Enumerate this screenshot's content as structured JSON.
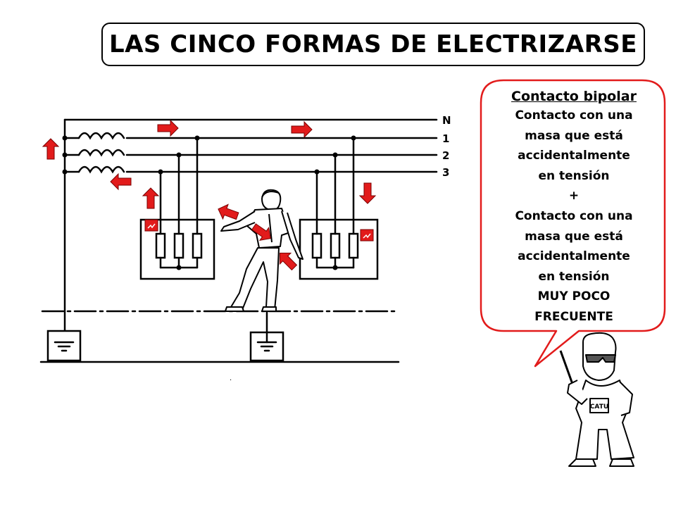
{
  "title": "LAS CINCO FORMAS DE ELECTRIZARSE",
  "bubble": {
    "heading": "Contacto bipolar",
    "lines": [
      "Contacto con una",
      "masa que está",
      "accidentalmente",
      "en tensión",
      "+",
      "Contacto con una",
      "masa que está",
      "accidentalmente",
      "en tensión",
      "MUY POCO",
      "FRECUENTE"
    ]
  },
  "phases": [
    "N",
    "1",
    "2",
    "3"
  ],
  "mascot_badge": "CATU",
  "colors": {
    "arrow": "#e21b1b",
    "bubble_border": "#e21b1b",
    "line": "#000000"
  }
}
